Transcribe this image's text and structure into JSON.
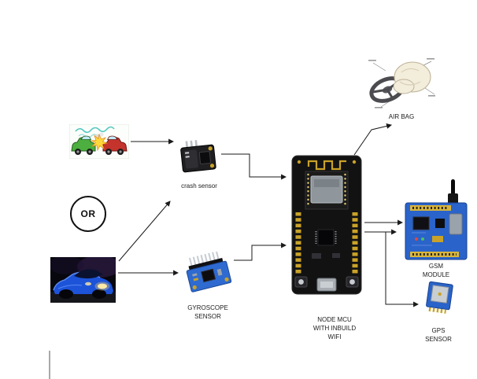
{
  "diagram": {
    "or_badge": "OR",
    "labels": {
      "crash_sensor": "crash sensor",
      "gyroscope": "GYROSCOPE\nSENSOR",
      "node_mcu": "NODE MCU\nWITH INBUILD\nWIFI",
      "air_bag": "AIR BAG",
      "gsm_module": "GSM MODULE",
      "gps": "GPS\nSENSOR"
    },
    "colors": {
      "connector": "#1a1a1a",
      "pcb_blue": "#2a63c9",
      "board_black": "#121212",
      "pin_gold": "#c9a227",
      "header_yellow": "#d9b53a",
      "airbag_cream": "#f3eddc"
    }
  }
}
